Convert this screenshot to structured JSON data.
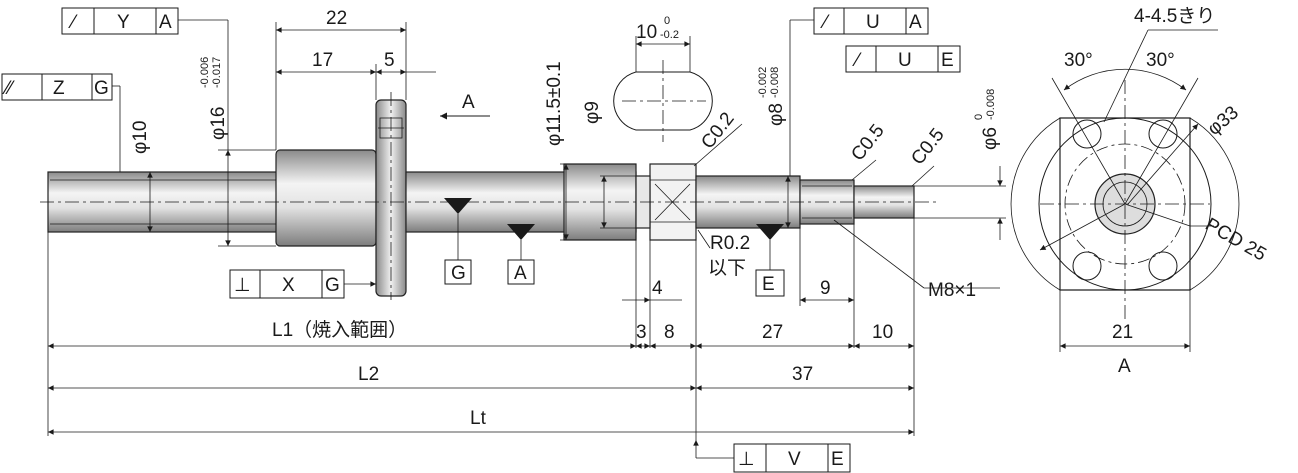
{
  "colors": {
    "line": "#1a1a1a",
    "shaft_light": "#f6f6f6",
    "shaft_mid": "#cfcfcf",
    "shaft_dark": "#8a8a8a"
  },
  "frames": {
    "y_a": {
      "symbol": "⁄",
      "label": "Y",
      "datum": "A"
    },
    "z_g": {
      "symbol": "⁄⁄",
      "label": "Z",
      "datum": "G"
    },
    "x_g": {
      "symbol": "⊥",
      "label": "X",
      "datum": "G"
    },
    "u_a": {
      "symbol": "⁄",
      "label": "U",
      "datum": "A"
    },
    "u_e": {
      "symbol": "⁄",
      "label": "U",
      "datum": "E"
    },
    "v_e": {
      "symbol": "⊥",
      "label": "V",
      "datum": "E"
    }
  },
  "datums": {
    "g": "G",
    "a": "A",
    "e": "E"
  },
  "view_arrow": "A",
  "dims": {
    "d22": "22",
    "d17": "17",
    "d5": "5",
    "phi10": "φ10",
    "phi16": "φ16",
    "phi16_up": "-0.006",
    "phi16_lo": "-0.017",
    "phi11": "φ11.5±0.1",
    "phi9": "φ9",
    "w10": "10",
    "w10_up": "0",
    "w10_lo": "-0.2",
    "c02": "C0.2",
    "phi8": "φ8",
    "phi8_up": "-0.002",
    "phi8_lo": "-0.008",
    "c05a": "C0.5",
    "c05b": "C0.5",
    "phi6": "φ6",
    "phi6_up": "0",
    "phi6_lo": "-0.008",
    "r02": "R0.2",
    "ika": "以下",
    "d4": "4",
    "d9": "9",
    "m8": "M8×1",
    "d3": "3",
    "d8": "8",
    "d27": "27",
    "d10": "10",
    "l1": "L1（焼入範囲）",
    "l2": "L2",
    "d37": "37",
    "lt": "Lt",
    "holes": "4-4.5きり",
    "a30l": "30°",
    "a30r": "30°",
    "phi33": "φ33",
    "pcd": "PCD 25",
    "d21": "21",
    "end_view_label": "A"
  }
}
